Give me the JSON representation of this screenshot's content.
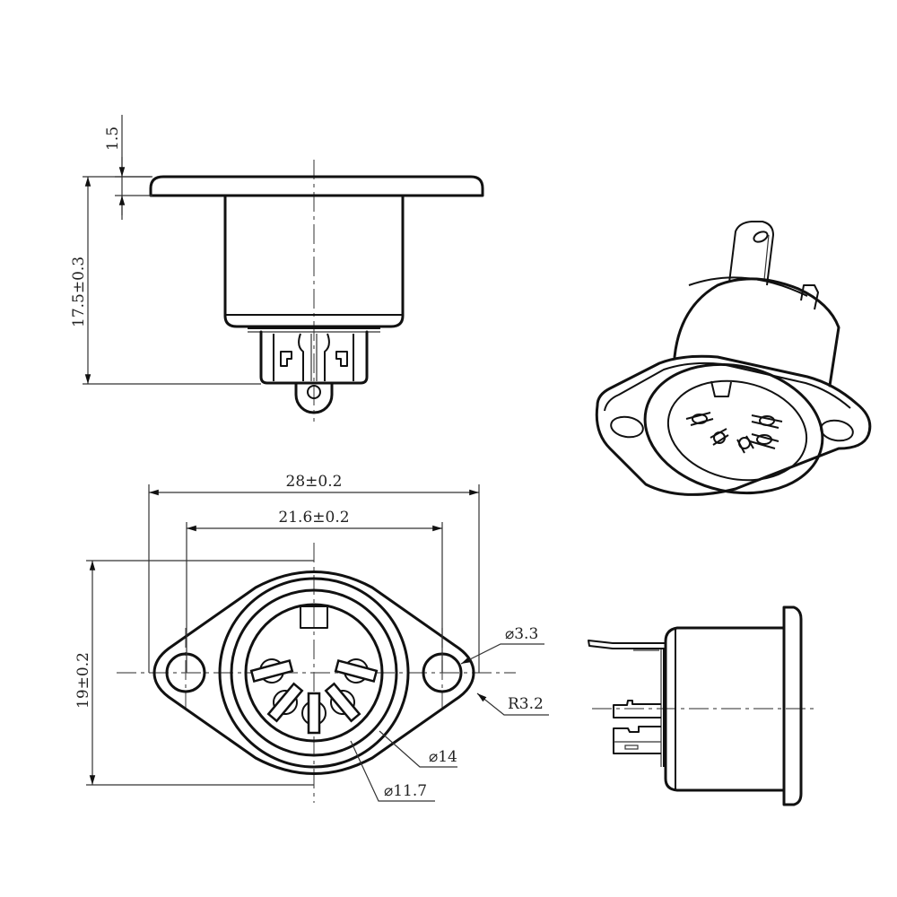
{
  "drawing": {
    "subject": "5-pin DIN panel-mount female socket",
    "views": [
      {
        "id": "front-elevation",
        "label": "side view (top-left)"
      },
      {
        "id": "isometric",
        "label": "3D isometric view"
      },
      {
        "id": "face-view",
        "label": "front face view"
      },
      {
        "id": "side-elevation",
        "label": "side view (bottom-right)"
      }
    ],
    "pin_count": 5,
    "line_color": "#111111",
    "background": "#ffffff"
  },
  "dimensions": {
    "flange_thickness": "1.5",
    "overall_height": "17.5±0.3",
    "flange_width": "28±0.2",
    "hole_pitch": "21.6±0.2",
    "flange_height": "19±0.2",
    "mount_hole_dia": "⌀3.3",
    "ear_radius": "R3.2",
    "outer_ring_dia": "⌀14",
    "inner_bore_dia": "⌀11.7"
  }
}
